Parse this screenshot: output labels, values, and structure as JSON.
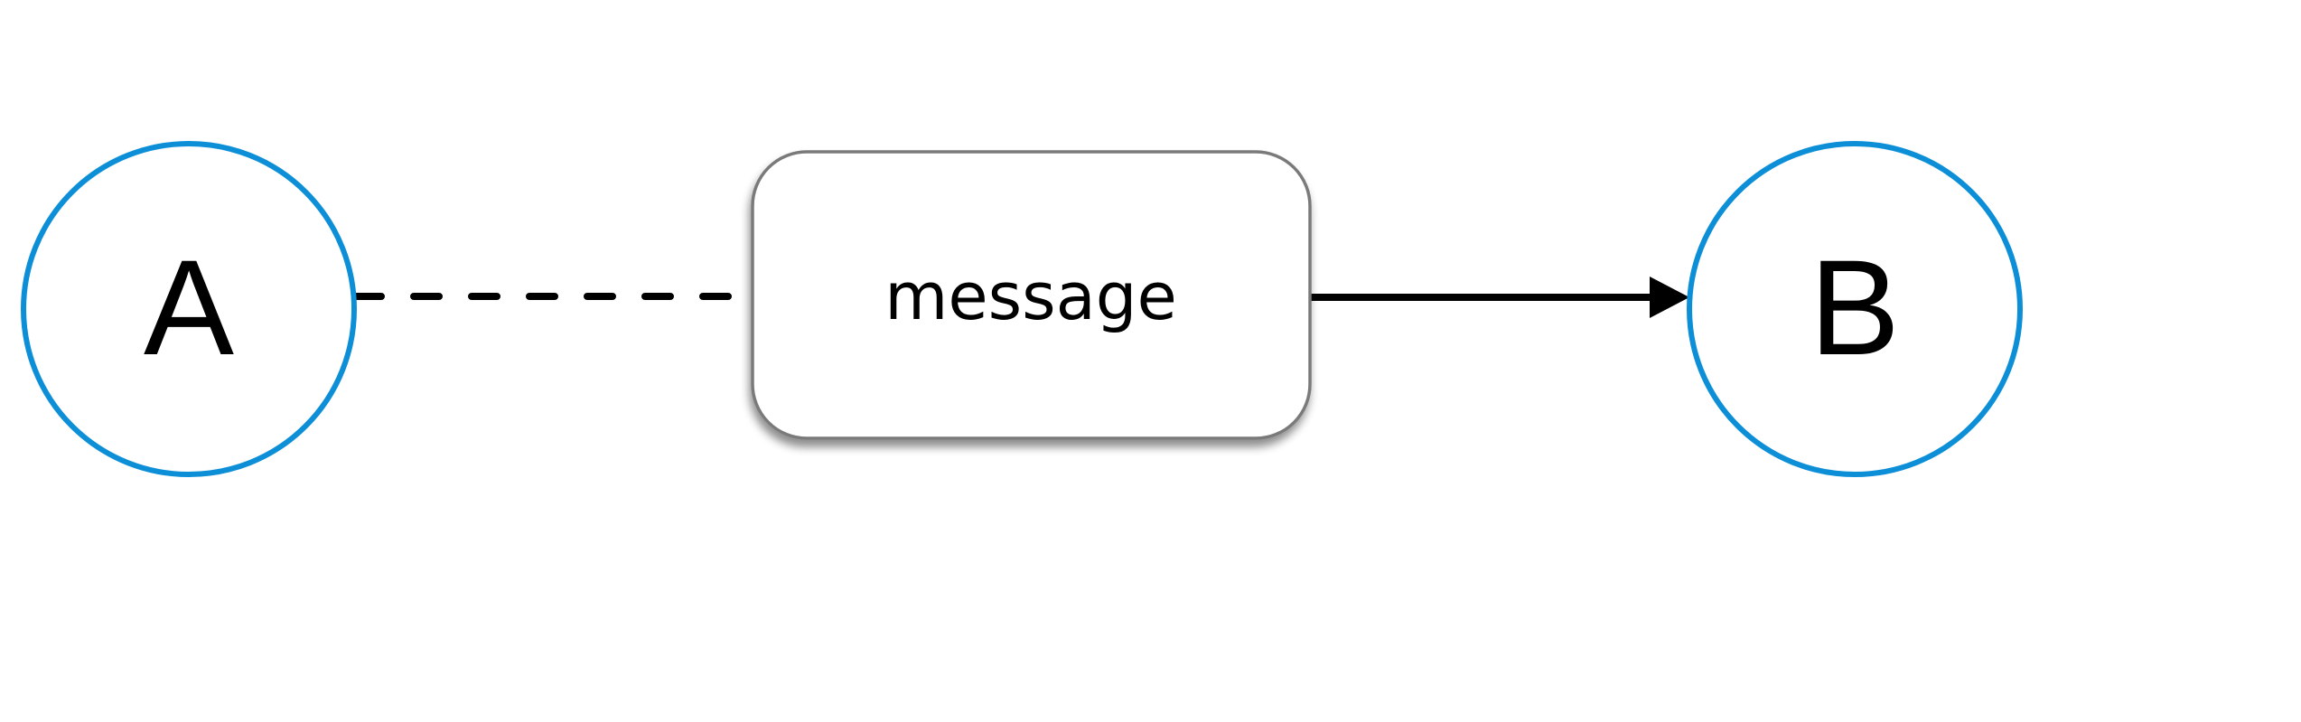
{
  "diagram": {
    "nodes": {
      "a": {
        "label": "A"
      },
      "b": {
        "label": "B"
      }
    },
    "message_box": {
      "label": "message"
    },
    "edges": {
      "a_to_message": {
        "style": "dashed"
      },
      "message_to_b": {
        "style": "solid",
        "arrow": "filled-triangle"
      }
    }
  },
  "colors": {
    "node_stroke": "#0d8fd8",
    "box_stroke": "#7a7a7a",
    "edge": "#000000",
    "background": "#ffffff"
  }
}
